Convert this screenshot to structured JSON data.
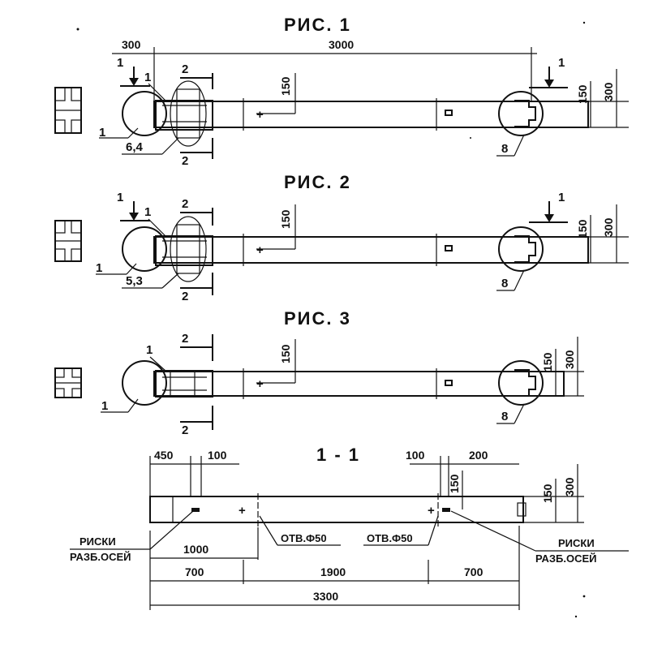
{
  "fig1": {
    "title": "РИС. 1",
    "dims": {
      "left": "300",
      "total": "3000",
      "h150_mid": "150",
      "h150_right": "150",
      "h300": "300"
    },
    "section_left": "1",
    "section_right": "1",
    "cut_top": "2",
    "cut_bot": "2",
    "callout_1a": "1",
    "callout_1b": "1",
    "callout_64": "6,4",
    "callout_8": "8"
  },
  "fig2": {
    "title": "РИС. 2",
    "dims": {
      "h150_mid": "150",
      "h150_right": "150",
      "h300": "300"
    },
    "section_left": "1",
    "section_right": "1",
    "cut_top": "2",
    "cut_bot": "2",
    "callout_1a": "1",
    "callout_1b": "1",
    "callout_53": "5,3",
    "callout_8": "8"
  },
  "fig3": {
    "title": "РИС. 3",
    "dims": {
      "h150_mid": "150",
      "h150_right": "150",
      "h300": "300"
    },
    "cut_top": "2",
    "cut_bot": "2",
    "callout_1a": "1",
    "callout_1b": "1",
    "callout_8": "8"
  },
  "section": {
    "title": "1 - 1",
    "dims": {
      "d450": "450",
      "d100a": "100",
      "d100b": "100",
      "d200": "200",
      "h150a": "150",
      "h150b": "150",
      "h300": "300",
      "d1000": "1000",
      "d700a": "700",
      "d1900": "1900",
      "d700b": "700",
      "d3300": "3300"
    },
    "marks_left_1": "РИСКИ",
    "marks_left_2": "РАЗБ.ОСЕЙ",
    "marks_right_1": "РИСКИ",
    "marks_right_2": "РАЗБ.ОСЕЙ",
    "hole_left": "ОТВ.Ф50",
    "hole_right": "ОТВ.Ф50"
  }
}
